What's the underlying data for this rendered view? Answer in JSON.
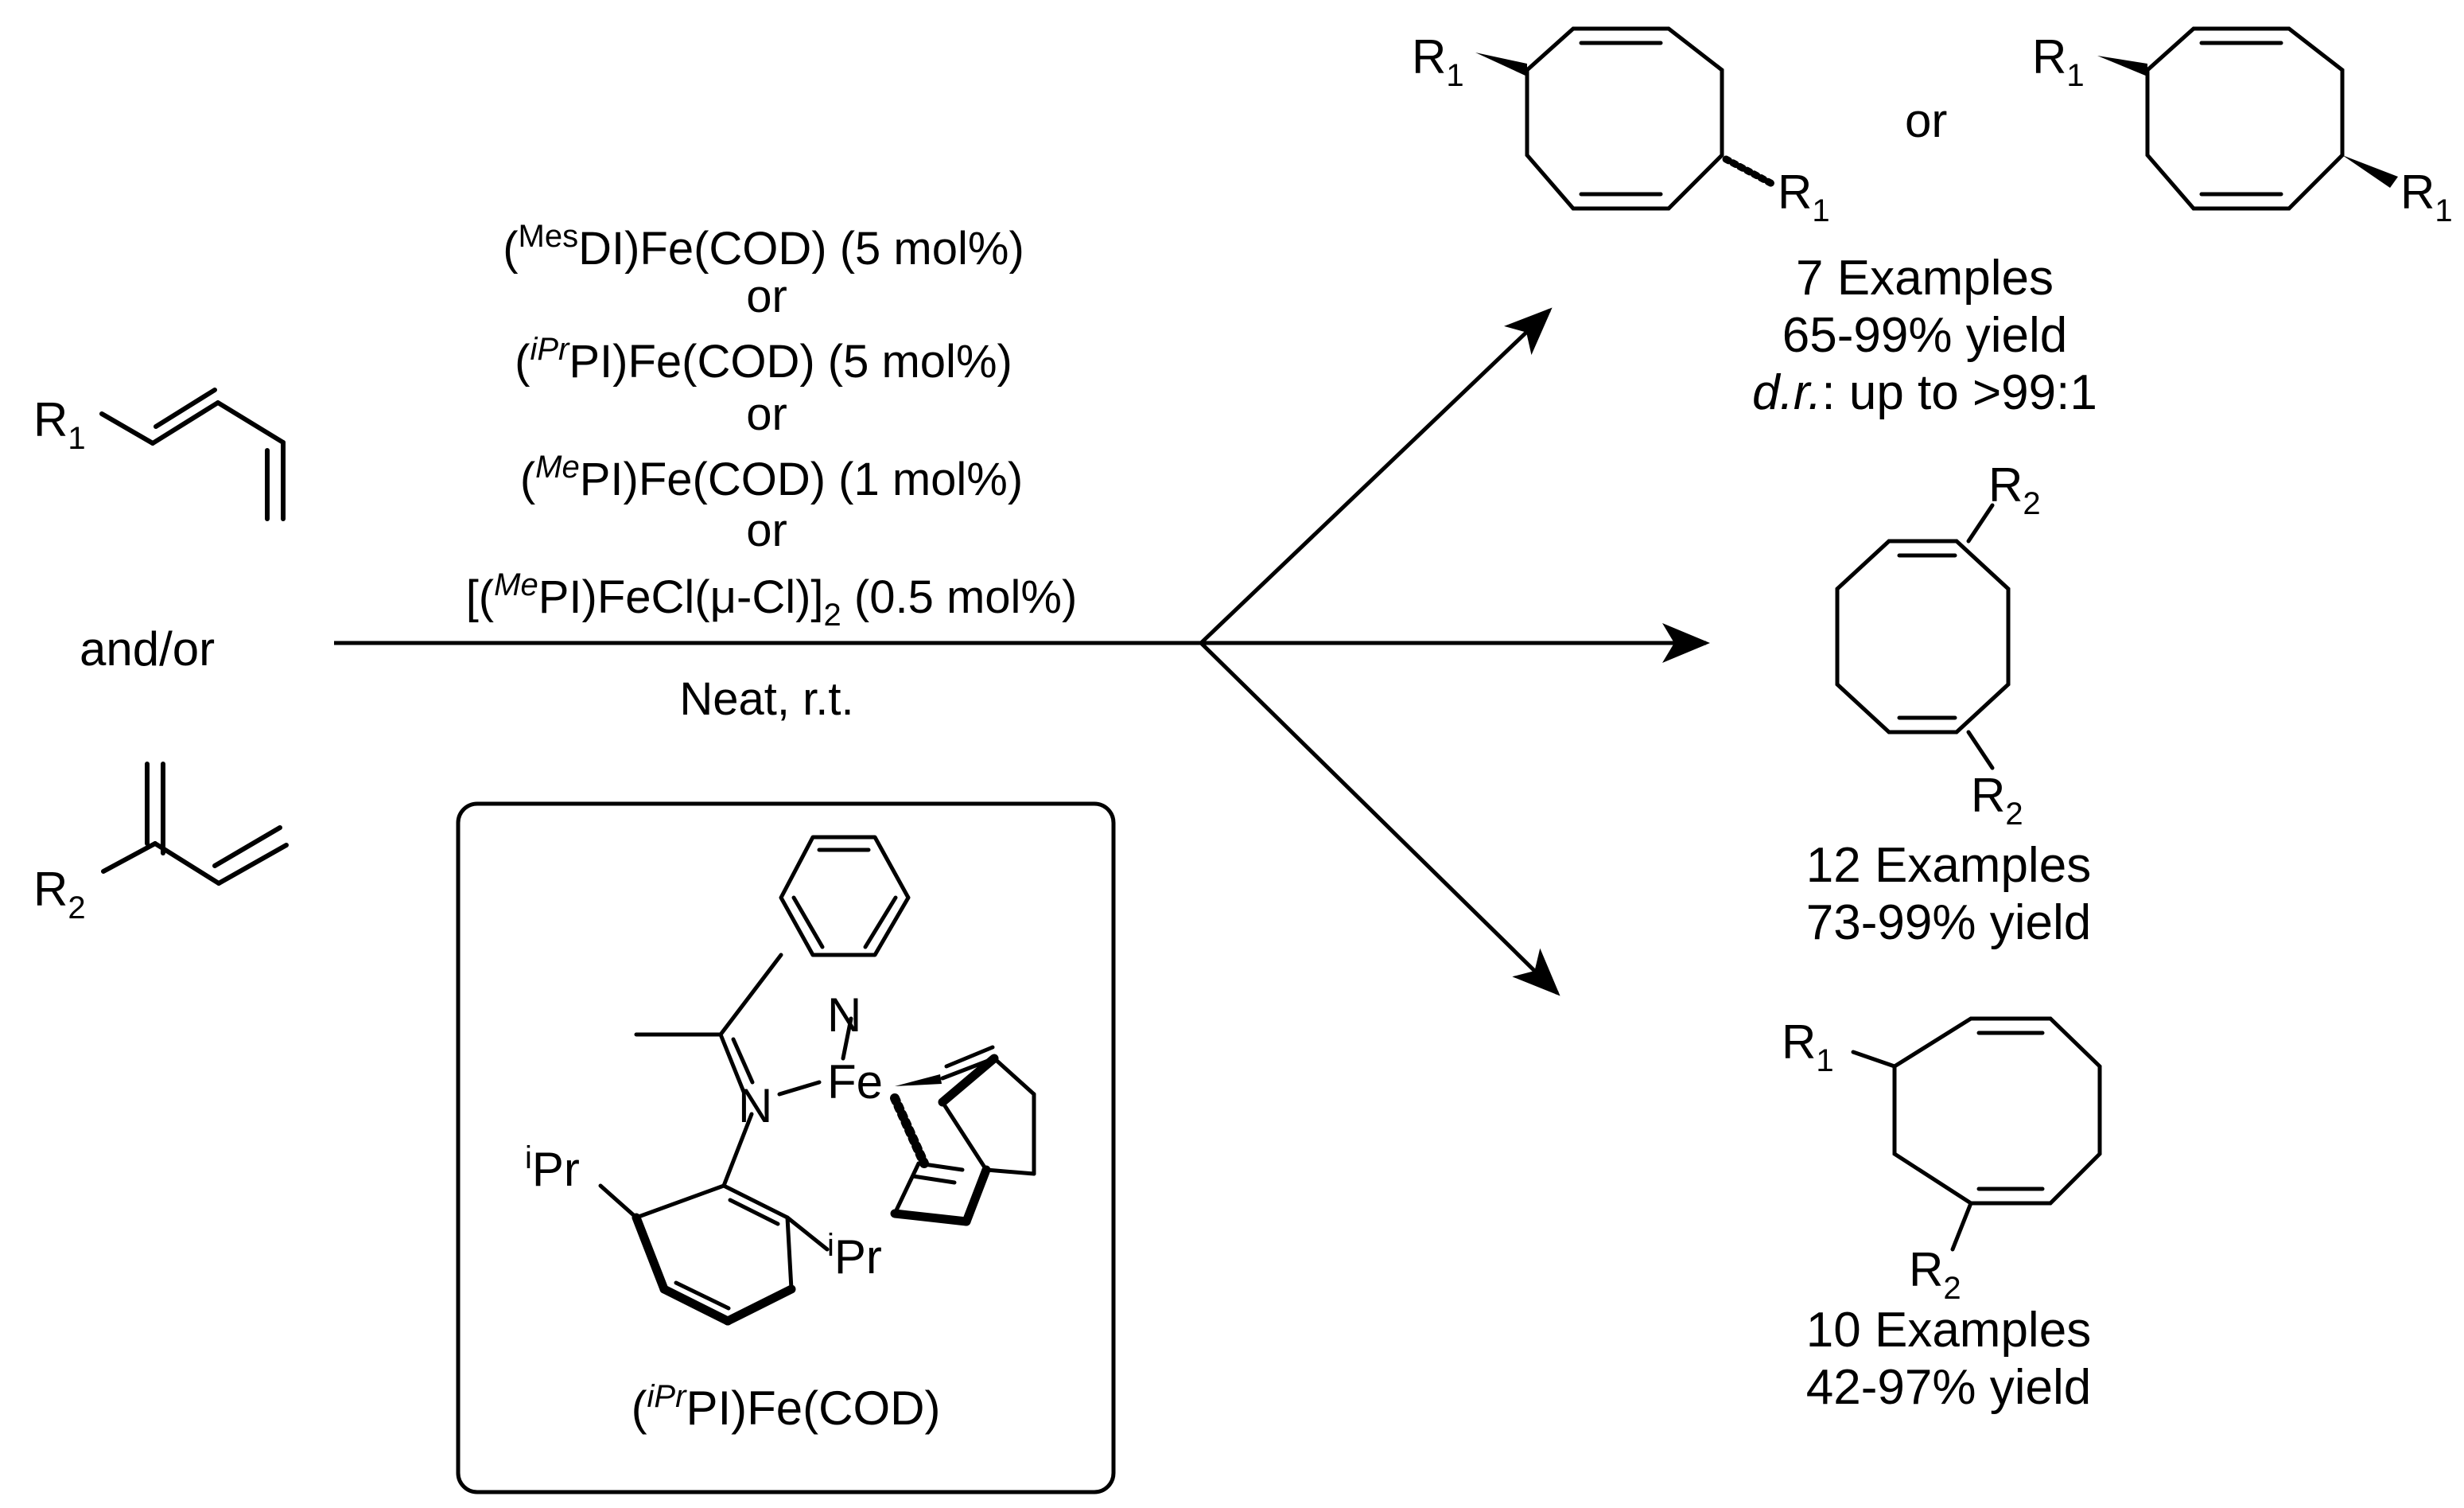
{
  "reactants": {
    "r1": {
      "label": "R",
      "sub": "1"
    },
    "connector": "and/or",
    "r2": {
      "label": "R",
      "sub": "2"
    }
  },
  "conditions": {
    "cat1": {
      "open": "(",
      "sup": "Mes",
      "rest": "DI)Fe(COD) (5 mol%)"
    },
    "or1": "or",
    "cat2": {
      "open": "(",
      "sup": "iPr",
      "rest": "PI)Fe(COD) (5 mol%)"
    },
    "or2": "or",
    "cat3": {
      "open": "(",
      "sup": "Me",
      "rest": "PI)Fe(COD) (1 mol%)"
    },
    "or3": "or",
    "cat4": {
      "open": "[(",
      "sup": "Me",
      "mid": "PI)FeCl(μ-Cl)]",
      "sub": "2",
      "rest": " (0.5 mol%)"
    },
    "solvent": "Neat, r.t."
  },
  "inset": {
    "atoms": {
      "n_pyridine": "N",
      "n_imine": "N",
      "fe": "Fe"
    },
    "ipr_left": {
      "sup": "i",
      "text": "Pr"
    },
    "ipr_right": {
      "sup": "i",
      "text": "Pr"
    },
    "caption": {
      "open": "(",
      "sup": "iPr",
      "rest": "PI)Fe(COD)"
    }
  },
  "products": {
    "p1": {
      "left_r": {
        "label": "R",
        "sub": "1"
      },
      "left_r2": {
        "label": "R",
        "sub": "1"
      },
      "or": "or",
      "right_r": {
        "label": "R",
        "sub": "1"
      },
      "right_r2": {
        "label": "R",
        "sub": "1"
      },
      "examples": "7 Examples",
      "yield": "65-99% yield",
      "dr_label": "d.r.",
      "dr_value": ": up to >99:1"
    },
    "p2": {
      "top_r": {
        "label": "R",
        "sub": "2"
      },
      "bottom_r": {
        "label": "R",
        "sub": "2"
      },
      "examples": "12 Examples",
      "yield": "73-99% yield"
    },
    "p3": {
      "r1": {
        "label": "R",
        "sub": "1"
      },
      "r2": {
        "label": "R",
        "sub": "2"
      },
      "examples": "10 Examples",
      "yield": "42-97% yield"
    }
  }
}
